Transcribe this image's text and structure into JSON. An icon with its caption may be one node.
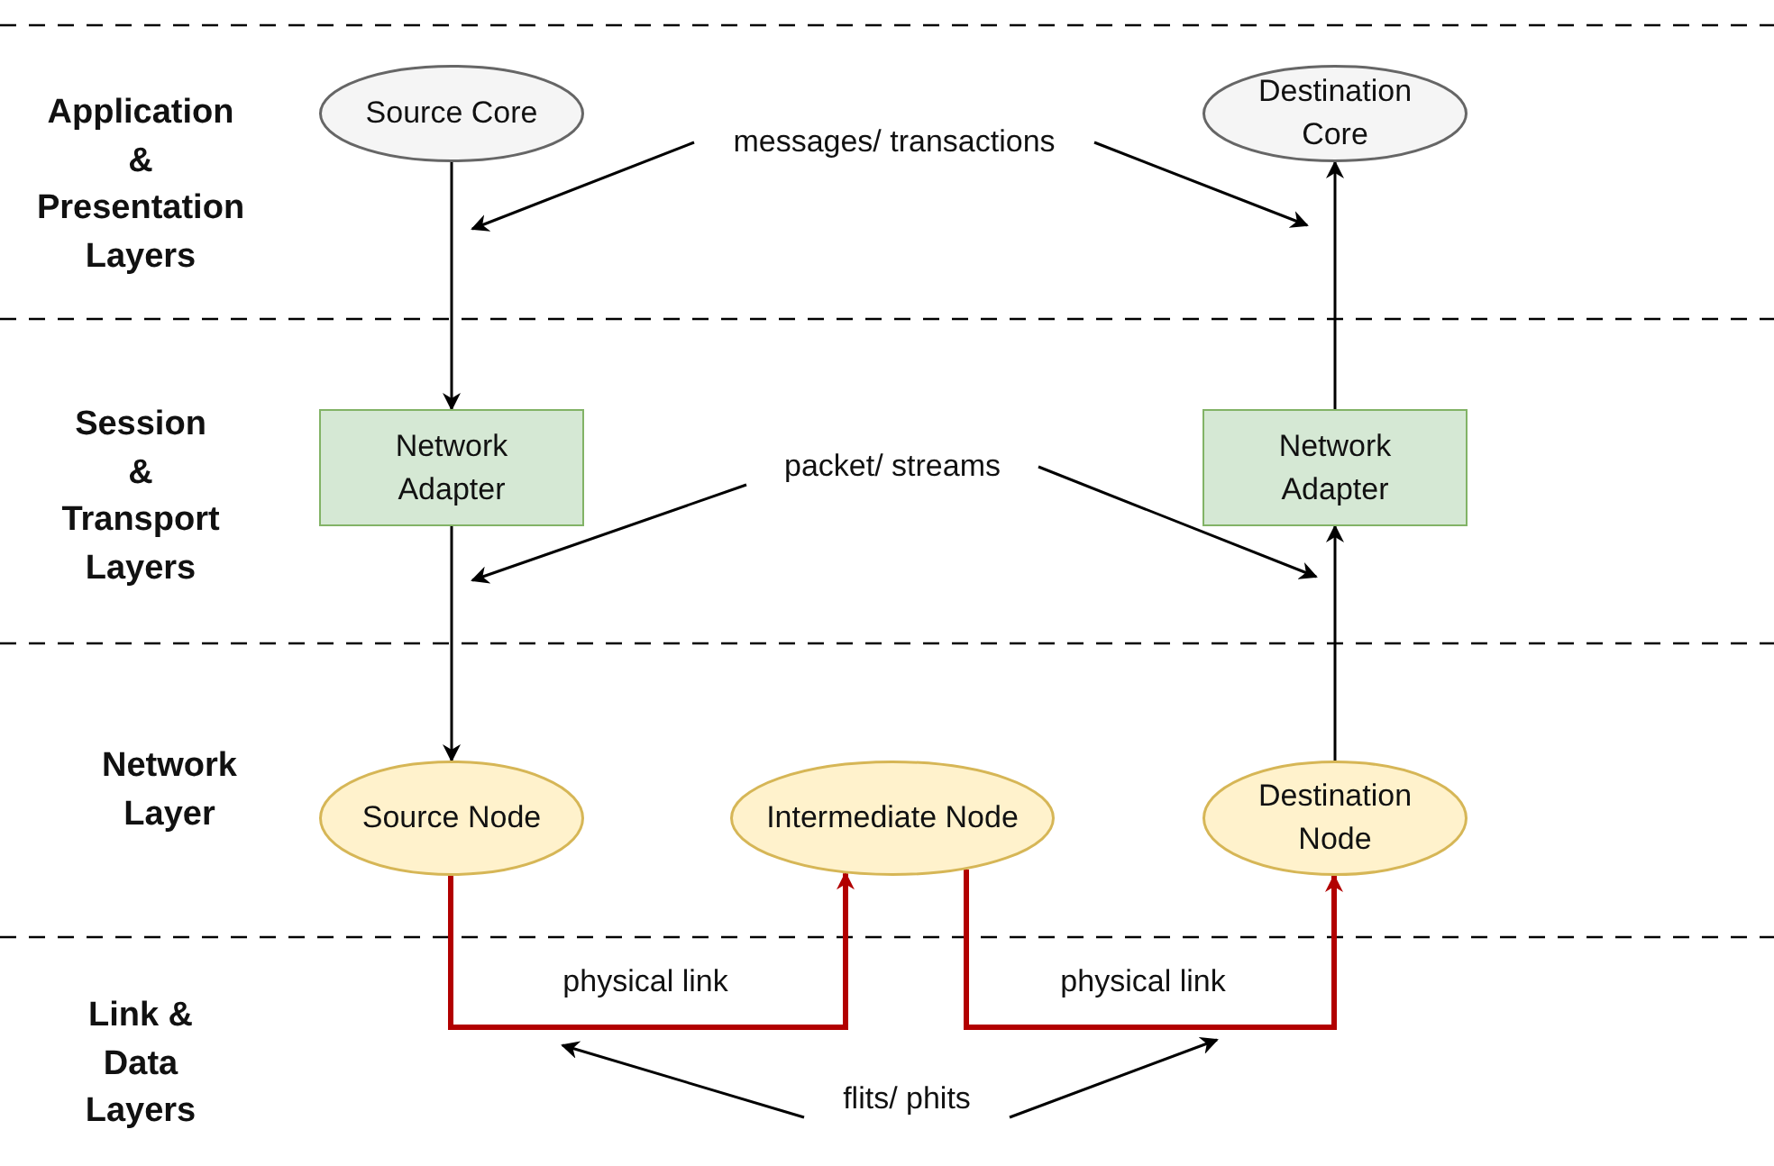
{
  "diagram": {
    "nodes": [
      {
        "text": [
          "Source Core"
        ]
      },
      {
        "text": [
          "Destination Core"
        ]
      },
      {
        "text": [
          "Network Adapter"
        ]
      },
      {
        "text": [
          "Network Adapter"
        ]
      },
      {
        "text": [
          "Source Node"
        ]
      },
      {
        "text": [
          "Intermediate Node"
        ]
      },
      {
        "text": [
          "Destination Node"
        ]
      },
      {
        "text": [
          "messages/ transactions"
        ]
      },
      {
        "text": [
          "packet/ streams"
        ]
      },
      {
        "text": [
          "flits/ phits"
        ]
      }
    ],
    "edges": [
      {
        "from": 0,
        "to": 2,
        "arrow": "to"
      },
      {
        "from": 2,
        "to": 4,
        "arrow": "to"
      },
      {
        "from": 6,
        "to": 3,
        "arrow": "to"
      },
      {
        "from": 3,
        "to": 1,
        "arrow": "to"
      },
      {
        "from": 4,
        "to": 5,
        "arrow": "to",
        "label": "physical link",
        "style": "thick",
        "color": "#b20000"
      },
      {
        "from": 5,
        "to": 6,
        "arrow": "to",
        "label": "physical link",
        "style": "thick",
        "color": "#b20000"
      },
      {
        "from": 7,
        "to": null,
        "arrow": "to"
      },
      {
        "from": 7,
        "to": null,
        "arrow": "to"
      },
      {
        "from": 8,
        "to": null,
        "arrow": "to"
      },
      {
        "from": 8,
        "to": null,
        "arrow": "to"
      },
      {
        "from": 9,
        "to": null,
        "arrow": "to"
      },
      {
        "from": 9,
        "to": null,
        "arrow": "to"
      }
    ],
    "labels": [
      "Application & Presentation Layers",
      "Session & Transport Layers",
      "Network Layer",
      "Link & Data Layers"
    ]
  }
}
